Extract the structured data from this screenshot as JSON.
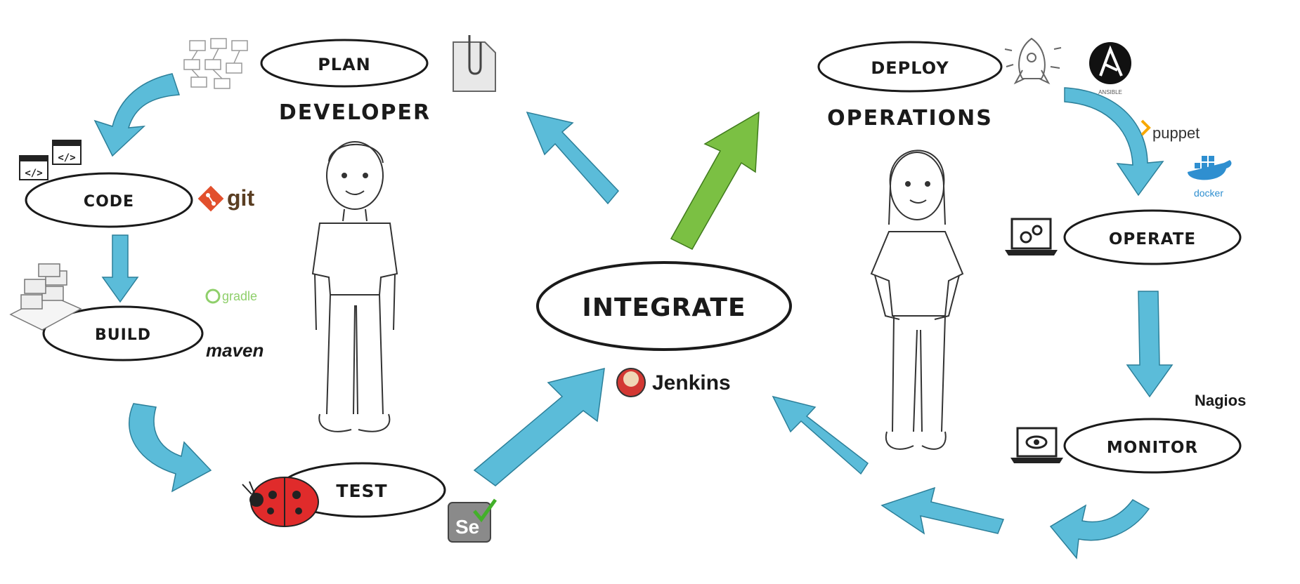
{
  "stages": {
    "plan": "PLAN",
    "code": "CODE",
    "build": "BUILD",
    "test": "TEST",
    "integrate": "INTEGRATE",
    "deploy": "DEPLOY",
    "operate": "OPERATE",
    "monitor": "MONITOR"
  },
  "roles": {
    "developer": "DEVELOPER",
    "operations": "OPERATIONS"
  },
  "tools": {
    "git": "git",
    "gradle": "gradle",
    "maven": "maven",
    "jenkins": "Jenkins",
    "selenium": "Se",
    "ansible": "ANSIBLE",
    "puppet": "puppet",
    "docker": "docker",
    "nagios": "Nagios"
  },
  "colors": {
    "arrow_blue": "#5bbcd9",
    "arrow_green": "#7bc043",
    "outline": "#1a1a1a",
    "ladybug": "#e02b2b",
    "git": "#e2502d",
    "gradle": "#8fcf6b",
    "docker": "#2f8fd0",
    "puppet": "#f7a800"
  }
}
